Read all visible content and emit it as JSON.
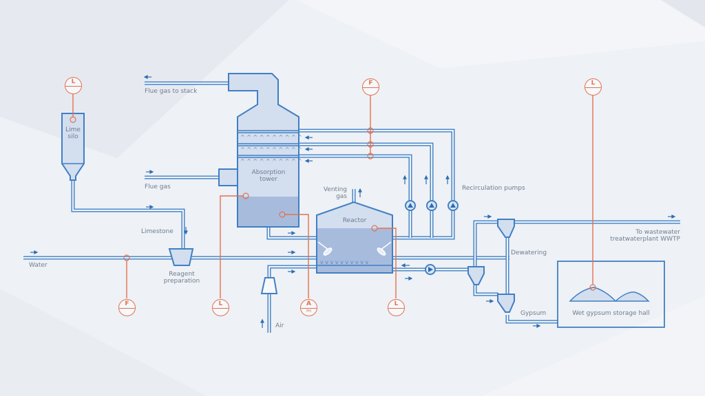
{
  "diagram": {
    "title": "Flue gas desulfurization process",
    "colors": {
      "pipe": "#3f7fc4",
      "vessel": "#d3deef",
      "liquid": "#a7bcdd",
      "instrument": "#e2714f",
      "background": "#eef1f5"
    },
    "labels": {
      "flue_gas_to_stack": "Flue gas to stack",
      "flue_gas": "Flue gas",
      "lime_silo_1": "Lime",
      "lime_silo_2": "silo",
      "absorption_tower_1": "Absorption",
      "absorption_tower_2": "tower",
      "venting_gas_1": "Venting",
      "venting_gas_2": "gas",
      "reactor": "Reactor",
      "recirculation_pumps": "Recirculation pumps",
      "limestone": "Limestone",
      "water": "Water",
      "reagent_prep_1": "Reagent",
      "reagent_prep_2": "preparation",
      "air": "Air",
      "dewatering": "Dewatering",
      "to_wastewater_1": "To wastewater",
      "to_wastewater_2": "treatwaterplant WWTP",
      "gypsum": "Gypsum",
      "storage_hall": "Wet gypsum storage hall"
    },
    "instruments": [
      {
        "id": "lime-silo-level",
        "letter": "L",
        "sub": "",
        "type": "level"
      },
      {
        "id": "recirculation-flow",
        "letter": "F",
        "sub": "",
        "type": "flow"
      },
      {
        "id": "storage-level",
        "letter": "L",
        "sub": "",
        "type": "level"
      },
      {
        "id": "water-flow",
        "letter": "F",
        "sub": "",
        "type": "flow"
      },
      {
        "id": "tower-level",
        "letter": "L",
        "sub": "",
        "type": "level"
      },
      {
        "id": "tower-ph",
        "letter": "A",
        "sub": "PH",
        "type": "analyzer"
      },
      {
        "id": "reactor-level",
        "letter": "L",
        "sub": "",
        "type": "level"
      }
    ]
  }
}
